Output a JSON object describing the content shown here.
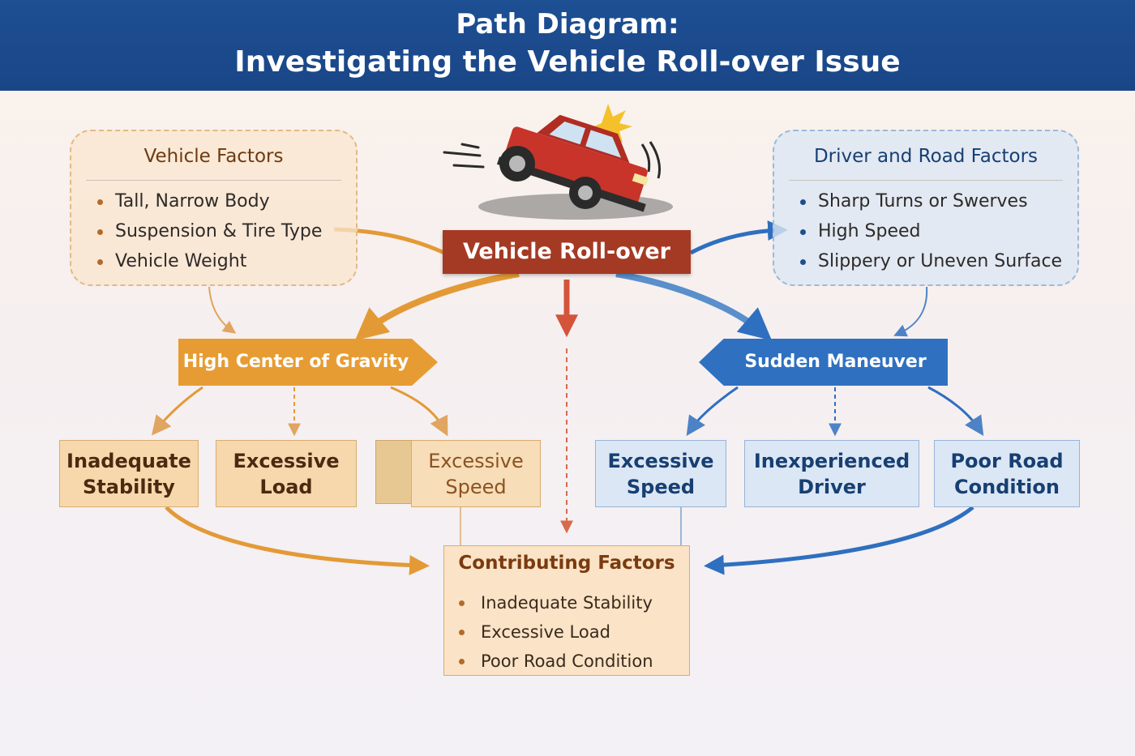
{
  "header": {
    "line1": "Path Diagram:",
    "line2": "Investigating the Vehicle Roll-over Issue",
    "color": "#1d4f93"
  },
  "vehicle_factors": {
    "title": "Vehicle Factors",
    "items": [
      "Tall, Narrow Body",
      "Suspension & Tire Type",
      "Vehicle Weight"
    ]
  },
  "driver_road_factors": {
    "title": "Driver and Road Factors",
    "items": [
      "Sharp Turns or Swerves",
      "High Speed",
      "Slippery or Uneven Surface"
    ]
  },
  "central": {
    "label": "Vehicle Roll-over",
    "color": "#a53a24",
    "icon": "rolling-car-icon"
  },
  "branches": {
    "left": {
      "label": "High Center of Gravity",
      "color": "#e79c33"
    },
    "right": {
      "label": "Sudden Maneuver",
      "color": "#2f71c0"
    }
  },
  "left_boxes": [
    {
      "line1": "Inadequate",
      "line2": "Stability"
    },
    {
      "line1": "Excessive",
      "line2": "Load"
    },
    {
      "line1": "Excessive",
      "line2": "Speed"
    }
  ],
  "right_boxes": [
    {
      "line1": "Excessive",
      "line2": "Speed"
    },
    {
      "line1": "Inexperienced",
      "line2": "Driver"
    },
    {
      "line1": "Poor Road",
      "line2": "Condition"
    }
  ],
  "contributing": {
    "title": "Contributing Factors",
    "items": [
      "Inadequate Stability",
      "Excessive Load",
      "Poor Road Condition"
    ]
  }
}
